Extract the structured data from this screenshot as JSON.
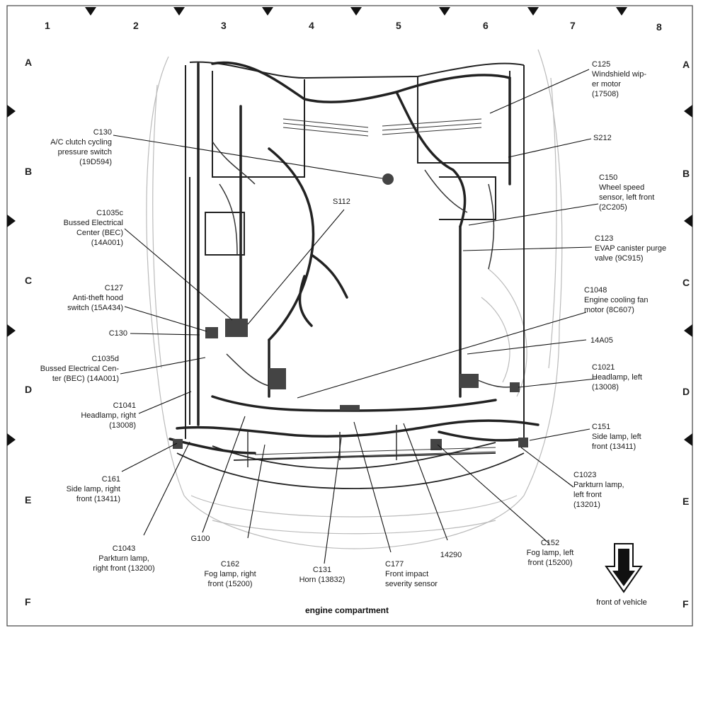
{
  "diagram": {
    "caption": "engine compartment",
    "front_label": "front of vehicle",
    "columns": [
      "1",
      "2",
      "3",
      "4",
      "5",
      "6",
      "7",
      "8"
    ],
    "rows": [
      "A",
      "B",
      "C",
      "D",
      "E",
      "F"
    ]
  },
  "labels": {
    "c125": [
      "C125",
      "Windshield wip-",
      "er motor",
      "(17508)"
    ],
    "s212": [
      "S212"
    ],
    "c150": [
      "C150",
      "Wheel speed",
      "sensor, left front",
      "(2C205)"
    ],
    "c123": [
      "C123",
      "EVAP canister purge",
      "valve (9C915)"
    ],
    "c1048": [
      "C1048",
      "Engine cooling fan",
      "motor (8C607)"
    ],
    "n14a05": [
      "14A05"
    ],
    "c1021": [
      "C1021",
      "Headlamp, left",
      "(13008)"
    ],
    "c151": [
      "C151",
      "Side lamp, left",
      "front (13411)"
    ],
    "c1023": [
      "C1023",
      "Parkturn lamp,",
      "left front",
      "(13201)"
    ],
    "c152": [
      "C152",
      "Fog lamp, left",
      "front (15200)"
    ],
    "n14290": [
      "14290"
    ],
    "c177": [
      "C177",
      "Front impact",
      "severity sensor"
    ],
    "c131": [
      "C131",
      "Horn (13832)"
    ],
    "c162": [
      "C162",
      "Fog lamp, right",
      "front (15200)"
    ],
    "g100": [
      "G100"
    ],
    "c1043": [
      "C1043",
      "Parkturn lamp,",
      "right front (13200)"
    ],
    "c161": [
      "C161",
      "Side lamp, right",
      "front (13411)"
    ],
    "c1041": [
      "C1041",
      "Headlamp, right",
      "(13008)"
    ],
    "c1035d": [
      "C1035d",
      "Bussed Electrical Cen-",
      "ter (BEC) (14A001)"
    ],
    "c130b": [
      "C130"
    ],
    "c127": [
      "C127",
      "Anti-theft hood",
      "switch (15A434)"
    ],
    "c1035c": [
      "C1035c",
      "Bussed Electrical",
      "Center (BEC)",
      "(14A001)"
    ],
    "c130a": [
      "C130",
      "A/C clutch cycling",
      "pressure switch",
      "(19D594)"
    ],
    "s112": [
      "S112"
    ]
  }
}
